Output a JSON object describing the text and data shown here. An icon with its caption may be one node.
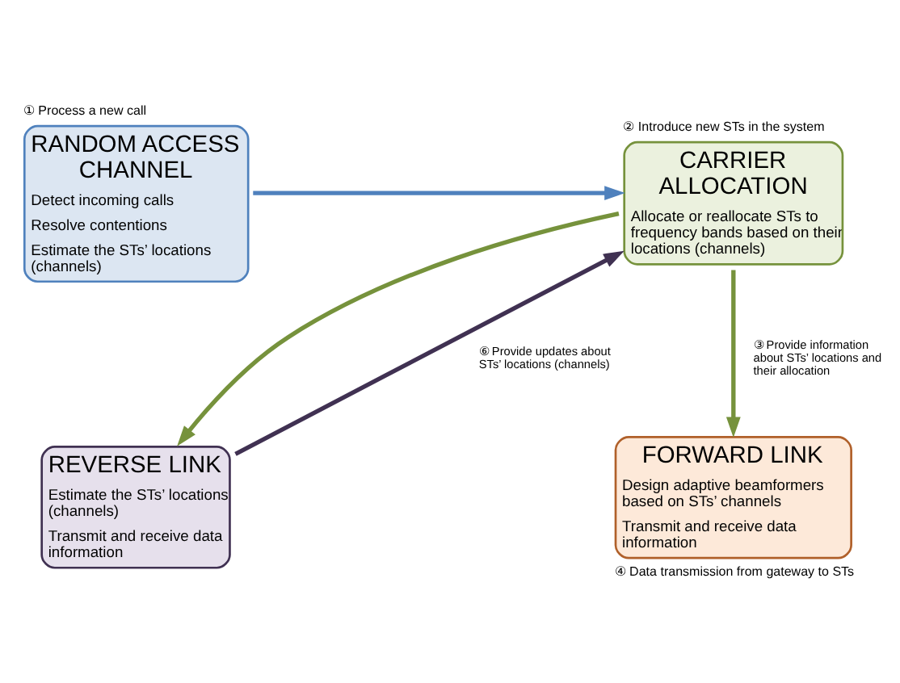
{
  "diagram": {
    "nodes": [
      {
        "text": [
          "RANDOM ACCESS CHANNEL",
          "Detect incoming calls",
          "Resolve contentions",
          "Estimate the STs’ locations (channels)"
        ],
        "beside": [
          "① Process a new call"
        ]
      },
      {
        "text": [
          "CARRIER ALLOCATION",
          "Allocate or reallocate STs to frequency bands based on their locations (channels)"
        ],
        "beside": [
          "② Introduce new STs in the system"
        ]
      },
      {
        "text": [
          "REVERSE LINK",
          "Estimate the STs’ locations (channels)",
          "Transmit and receive data information"
        ]
      },
      {
        "text": [
          "FORWARD LINK",
          "Design adaptive beamformers based on STs’ channels",
          "Transmit and receive data information"
        ],
        "beside": [
          "④ Data transmission from gateway to STs"
        ]
      }
    ],
    "edges": [
      {
        "from": 0,
        "to": 1,
        "arrow": "to",
        "color": "#4f81bd"
      },
      {
        "from": 1,
        "to": 2,
        "arrow": "to"
      },
      {
        "from": 2,
        "to": 1,
        "arrow": "to",
        "color": "#403152",
        "label": "⑥ Provide updates about STs’ locations (channels)"
      },
      {
        "from": 1,
        "to": 3,
        "arrow": "to",
        "label": "③ Provide information about STs’ locations and their allocation"
      }
    ]
  }
}
